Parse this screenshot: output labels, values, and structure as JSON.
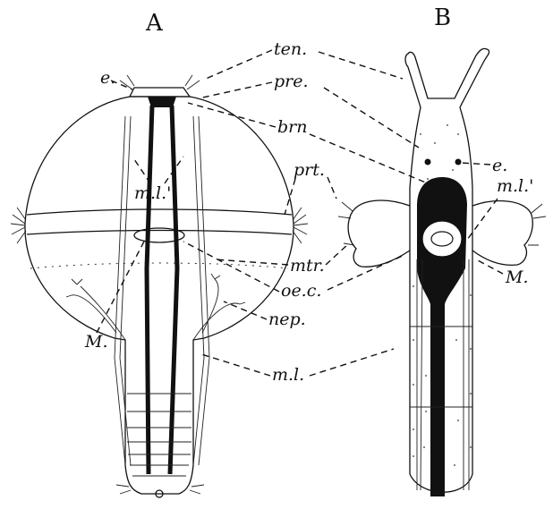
{
  "panels": [
    {
      "id": "A",
      "label": "A"
    },
    {
      "id": "B",
      "label": "B"
    }
  ],
  "labels": {
    "ten": "ten.",
    "pre": "pre.",
    "brn": "brn",
    "prt": "prt.",
    "mtr": "mtr.",
    "oec": "oe.c.",
    "nep": "nep.",
    "ml": "m.l.",
    "e_a": "e.",
    "ml_prime_a": "m.l.'",
    "M_a": "M.",
    "e_b": "e.",
    "ml_prime_b": "m.l.'",
    "M_b": "M."
  },
  "colors": {
    "ink": "#111111",
    "paper": "#ffffff"
  }
}
